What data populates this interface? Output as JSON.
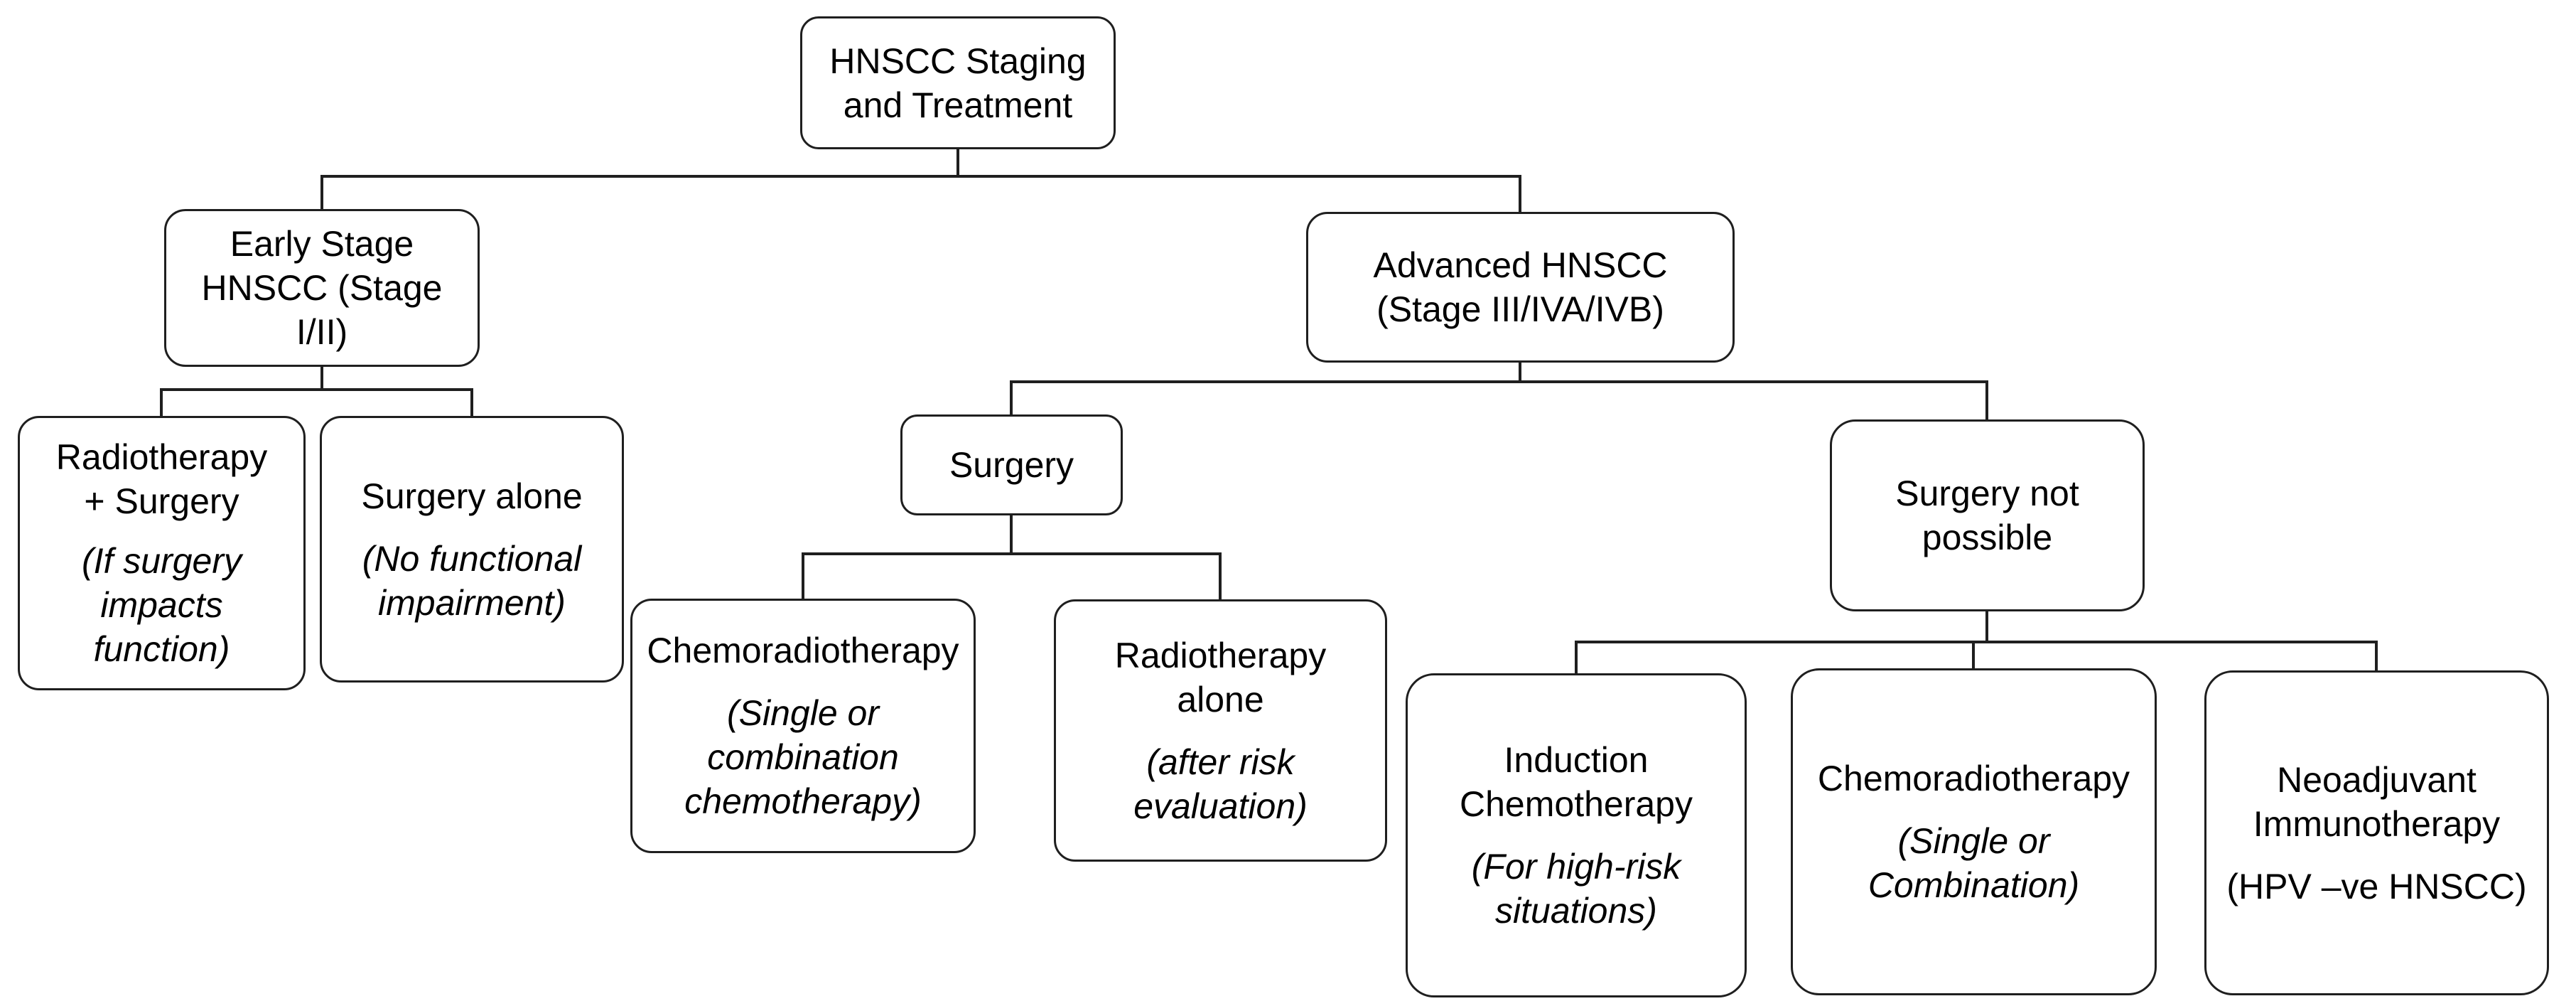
{
  "diagram": {
    "type": "flowchart"
  },
  "nodes": {
    "root": {
      "title": "HNSCC Staging\nand Treatment"
    },
    "early_stage": {
      "title": "Early Stage\nHNSCC (Stage\nI/II)"
    },
    "radiotherapy_surgery": {
      "title": "Radiotherapy\n+ Surgery",
      "note": "(If surgery\nimpacts\nfunction)"
    },
    "surgery_alone": {
      "title": "Surgery alone",
      "note": "(No functional\nimpairment)"
    },
    "advanced": {
      "title": "Advanced HNSCC\n(Stage III/IVA/IVB)"
    },
    "surgery": {
      "title": "Surgery"
    },
    "chemoradiotherapy_post_surgery": {
      "title": "Chemoradiotherapy",
      "note": "(Single or\ncombination\nchemotherapy)"
    },
    "radiotherapy_alone": {
      "title": "Radiotherapy\nalone",
      "note": "(after risk\nevaluation)"
    },
    "surgery_not_possible": {
      "title": "Surgery not\npossible"
    },
    "induction_chemotherapy": {
      "title": "Induction\nChemotherapy",
      "note": "(For high-risk\nsituations)"
    },
    "chemoradiotherapy_unresectable": {
      "title": "Chemoradiotherapy",
      "note": "(Single or\nCombination)"
    },
    "neoadjuvant_immunotherapy": {
      "title": "Neoadjuvant\nImmunotherapy",
      "note": "(HPV –ve HNSCC)"
    }
  },
  "hierarchy": {
    "root": [
      "early_stage",
      "advanced"
    ],
    "early_stage": [
      "radiotherapy_surgery",
      "surgery_alone"
    ],
    "advanced": [
      "surgery",
      "surgery_not_possible"
    ],
    "surgery": [
      "chemoradiotherapy_post_surgery",
      "radiotherapy_alone"
    ],
    "surgery_not_possible": [
      "induction_chemotherapy",
      "chemoradiotherapy_unresectable",
      "neoadjuvant_immunotherapy"
    ]
  },
  "colors": {
    "background": "#ffffff",
    "box_fill": "#ffffff",
    "box_border": "#1f1f1f",
    "connector": "#1f1f1f",
    "text": "#000000"
  }
}
